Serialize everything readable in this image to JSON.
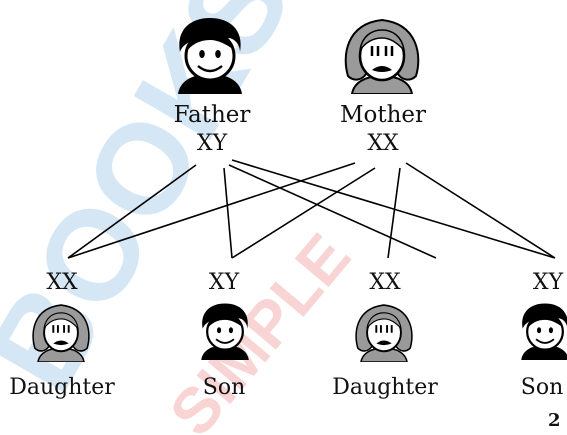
{
  "parents": [
    {
      "label": "Father",
      "genotype": "XY",
      "icon": "male-face-icon"
    },
    {
      "label": "Mother",
      "genotype": "XX",
      "icon": "female-face-icon"
    }
  ],
  "children": [
    {
      "label": "Daughter",
      "genotype": "XX",
      "icon": "female-face-icon"
    },
    {
      "label": "Son",
      "genotype": "XY",
      "icon": "male-face-icon"
    },
    {
      "label": "Daughter",
      "genotype": "XX",
      "icon": "female-face-icon"
    },
    {
      "label": "Son",
      "genotype": "XY",
      "icon": "male-face-icon"
    }
  ],
  "watermark": {
    "left_text": "BOOKS",
    "right_text": "SIMPLE",
    "left_color": "#c7ddf1",
    "right_color": "#f6c9c9"
  },
  "page_number": "2"
}
